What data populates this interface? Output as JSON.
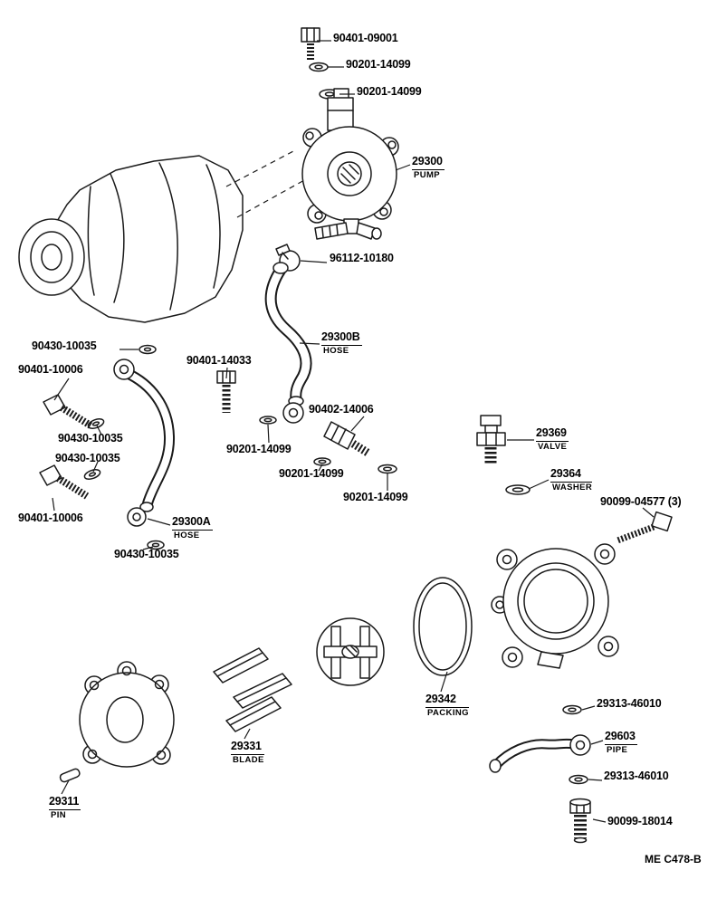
{
  "diagram": {
    "code": "ME C478-B"
  },
  "callouts": [
    {
      "number": "90401-09001"
    },
    {
      "number": "90201-14099"
    },
    {
      "number": "90201-14099"
    },
    {
      "number": "29300",
      "name": "PUMP"
    },
    {
      "number": "96112-10180"
    },
    {
      "number": "29300B",
      "name": "HOSE"
    },
    {
      "number": "90430-10035"
    },
    {
      "number": "90401-10006"
    },
    {
      "number": "90401-14033"
    },
    {
      "number": "90430-10035"
    },
    {
      "number": "90430-10035"
    },
    {
      "number": "90201-14099"
    },
    {
      "number": "90402-14006"
    },
    {
      "number": "90201-14099"
    },
    {
      "number": "90201-14099"
    },
    {
      "number": "29369",
      "name": "VALVE"
    },
    {
      "number": "29364",
      "name": "WASHER"
    },
    {
      "number": "90099-04577 (3)"
    },
    {
      "number": "90401-10006"
    },
    {
      "number": "29300A",
      "name": "HOSE"
    },
    {
      "number": "90430-10035"
    },
    {
      "number": "29342",
      "name": "PACKING"
    },
    {
      "number": "29313-46010"
    },
    {
      "number": "29603",
      "name": "PIPE"
    },
    {
      "number": "29313-46010"
    },
    {
      "number": "90099-18014"
    },
    {
      "number": "29331",
      "name": "BLADE"
    },
    {
      "number": "29311",
      "name": "PIN"
    }
  ]
}
